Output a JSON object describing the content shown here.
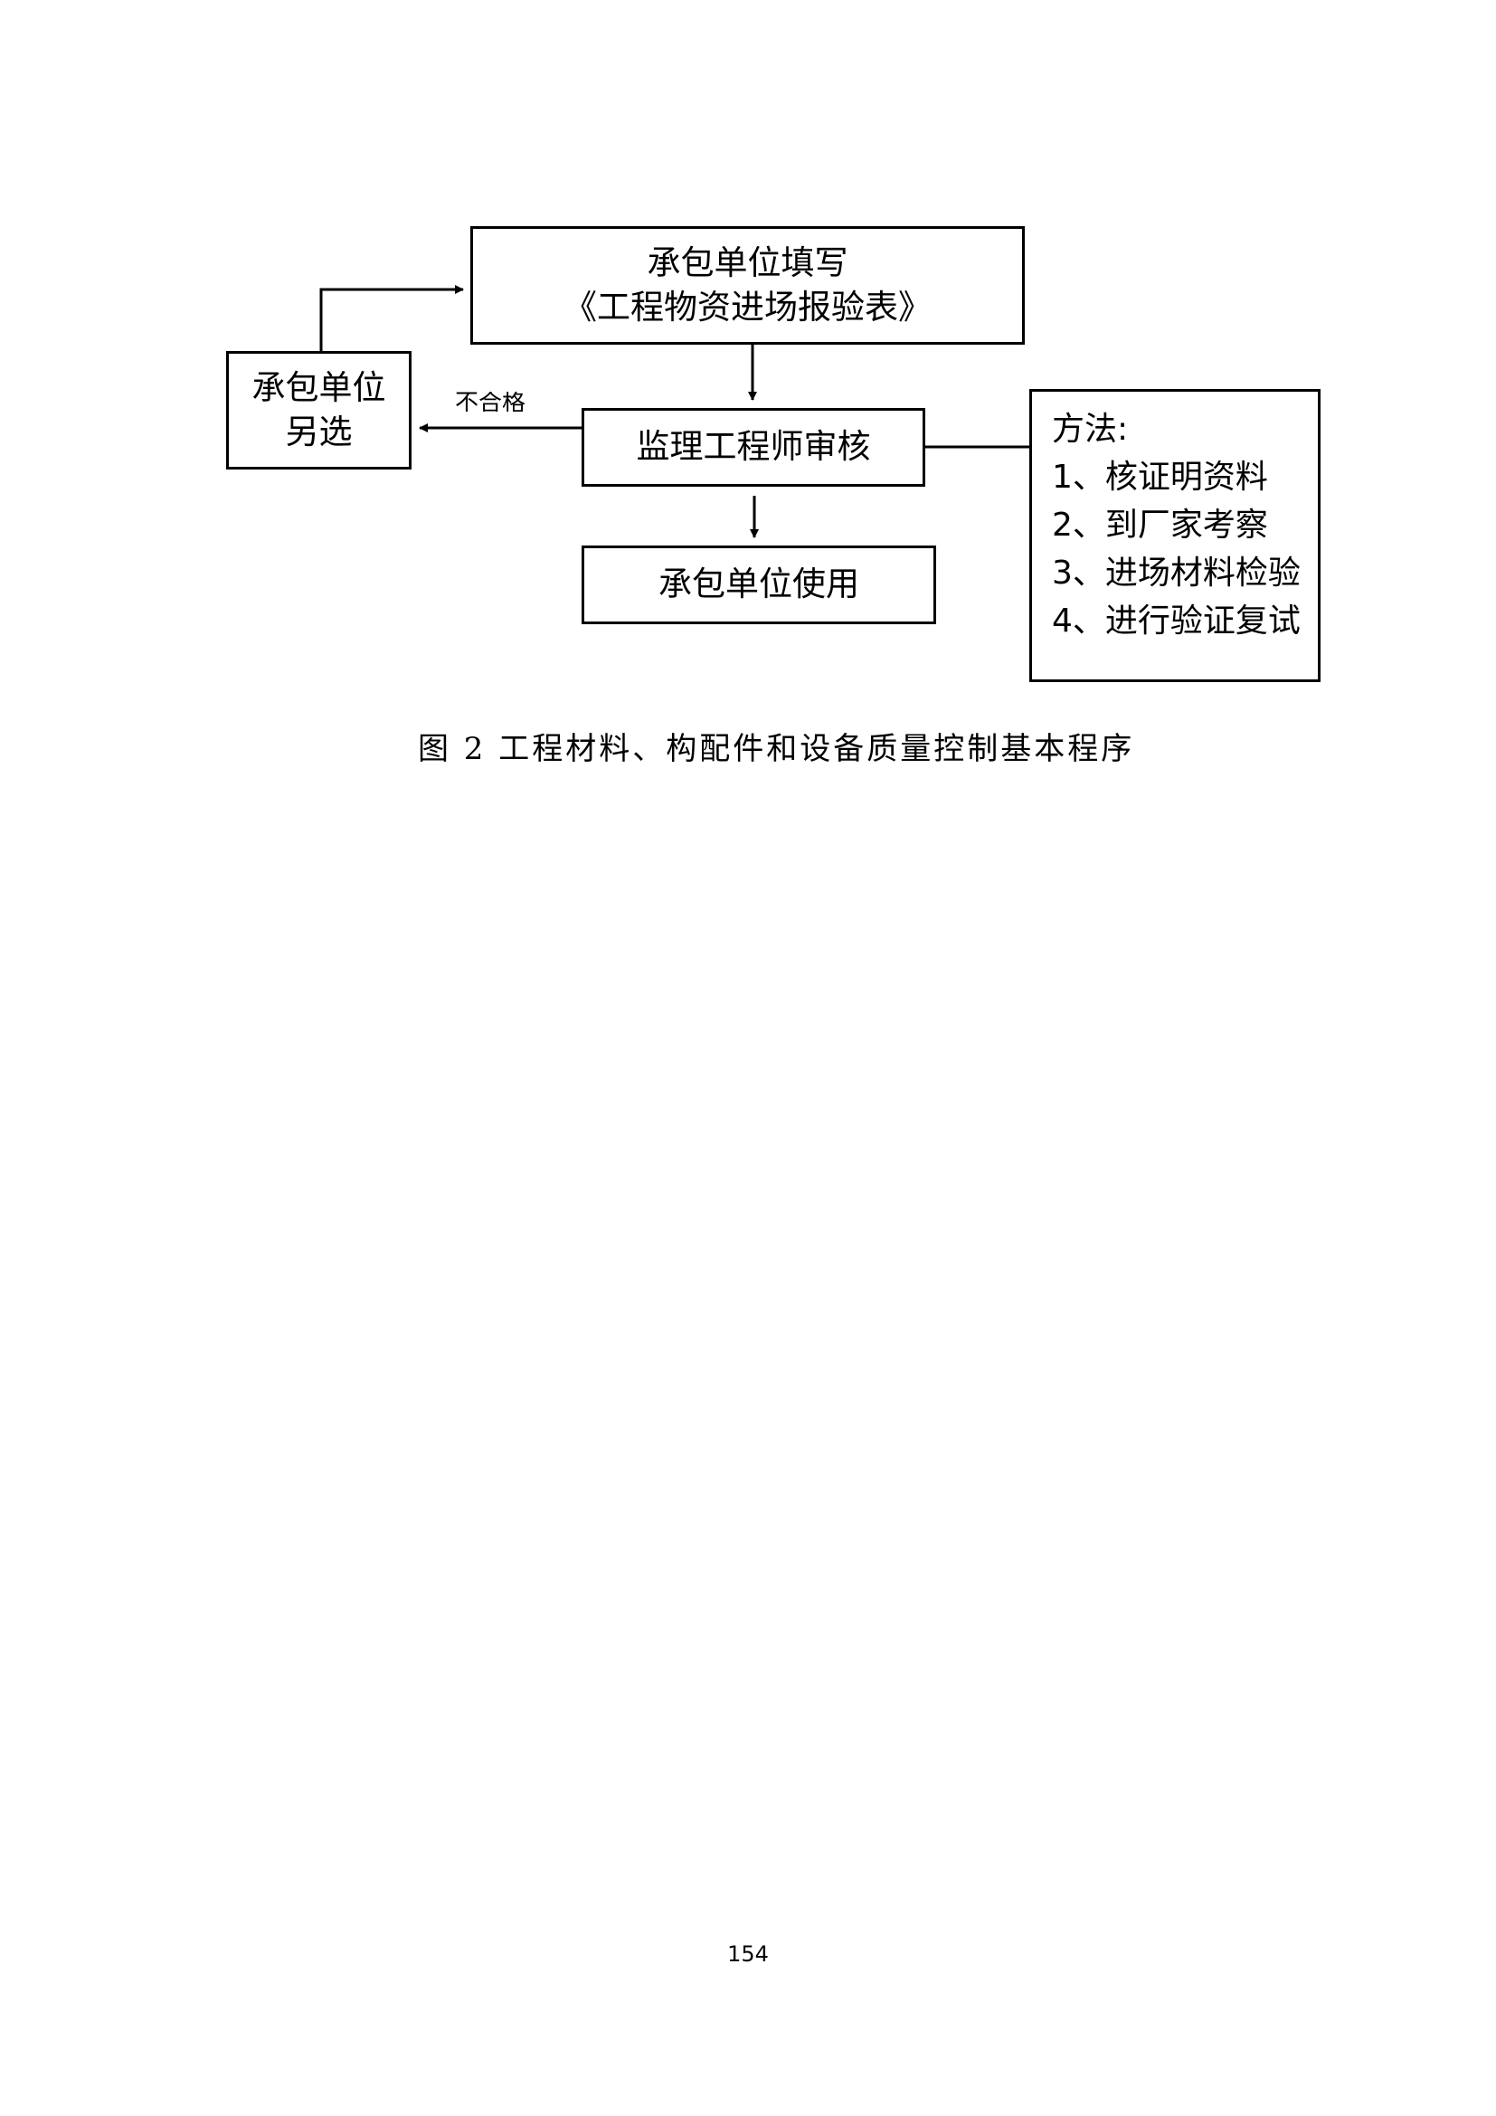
{
  "flowchart": {
    "nodes": {
      "fill_form": {
        "line1": "承包单位填写",
        "line2": "《工程物资进场报验表》"
      },
      "alternative": {
        "line1": "承包单位",
        "line2": "另选"
      },
      "review": {
        "label": "监理工程师审核"
      },
      "use": {
        "label": "承包单位使用"
      },
      "methods": {
        "title": "方法:",
        "items": [
          "1、核证明资料",
          "2、到厂家考察",
          "3、进场材料检验",
          "4、进行验证复试"
        ]
      }
    },
    "edges": {
      "fail_label": "不合格"
    }
  },
  "caption": "图 2  工程材料、构配件和设备质量控制基本程序",
  "page_number": "154"
}
